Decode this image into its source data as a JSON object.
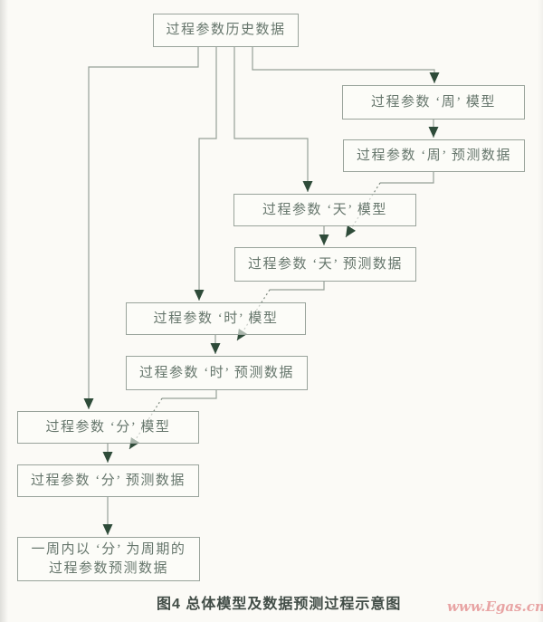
{
  "colors": {
    "bg": "#fbfaf6",
    "line": "#96a098",
    "border": "#99a39b",
    "arrow": "#2e4b39",
    "boxtext": "#66766c",
    "caption": "#414c46",
    "watermark": "#e8a4a4"
  },
  "diagram": {
    "nodes": {
      "history": {
        "label": "过程参数历史数据"
      },
      "week_model": {
        "label": "过程参数 ‘周’ 模型"
      },
      "week_pred": {
        "label": "过程参数 ‘周’ 预测数据"
      },
      "day_model": {
        "label": "过程参数 ‘天’ 模型"
      },
      "day_pred": {
        "label": "过程参数 ‘天’ 预测数据"
      },
      "hour_model": {
        "label": "过程参数 ‘时’ 模型"
      },
      "hour_pred": {
        "label": "过程参数 ‘时’ 预测数据"
      },
      "min_model": {
        "label": "过程参数 ‘分’ 模型"
      },
      "min_pred": {
        "label": "过程参数 ‘分’ 预测数据"
      },
      "final": {
        "line1": "一周内以 ‘分’ 为周期的",
        "line2": "过程参数预测数据"
      }
    }
  },
  "caption": {
    "text": "图4  总体模型及数据预测过程示意图"
  },
  "watermark": {
    "text": "www.Egas.cn"
  }
}
